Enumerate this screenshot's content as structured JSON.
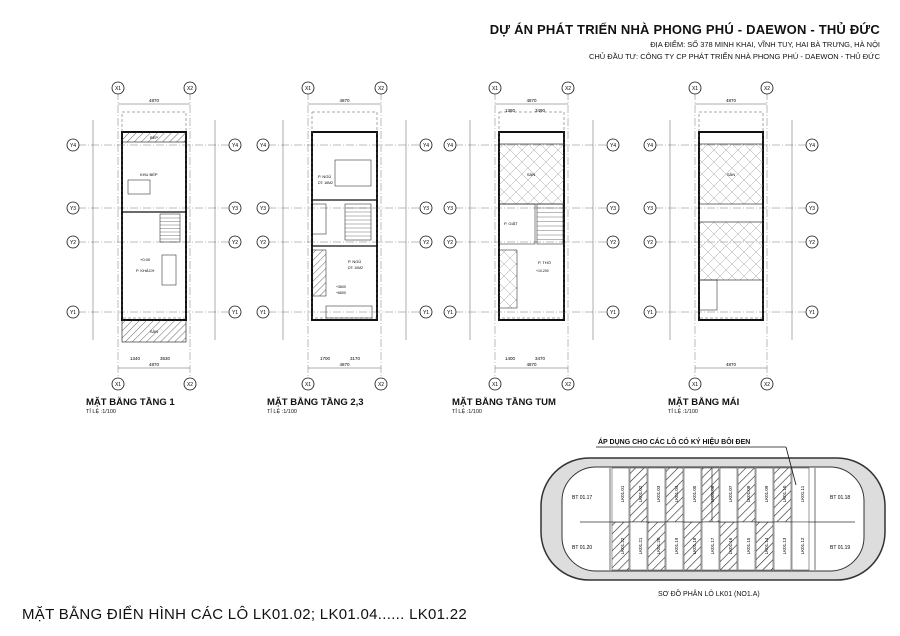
{
  "header": {
    "project": "DỰ ÁN PHÁT TRIỂN NHÀ PHONG PHÚ - DAEWON - THỦ ĐỨC",
    "location": "ĐỊA ĐIỂM: SỐ 378 MINH KHAI, VĨNH TUY, HAI BÀ TRƯNG, HÀ NỘI",
    "investor": "CHỦ ĐẦU TƯ: CÔNG TY CP PHÁT TRIỂN NHÀ PHONG PHÚ - DAEWON - THỦ ĐỨC"
  },
  "plans": [
    {
      "title": "MẶT BẰNG TẦNG 1",
      "scale": "TỈ LỆ :1/100"
    },
    {
      "title": "MẶT BẰNG TẦNG 2,3",
      "scale": "TỈ LỆ :1/100"
    },
    {
      "title": "MẶT BẰNG TẦNG TUM",
      "scale": "TỈ LỆ :1/100"
    },
    {
      "title": "MẶT BẰNG MÁI",
      "scale": "TỈ LỆ :1/100"
    }
  ],
  "grid_labels": {
    "top": [
      "X1",
      "X2"
    ],
    "side": [
      "Y4",
      "Y3",
      "Y2",
      "Y1"
    ]
  },
  "dims": {
    "width_total": "4870",
    "p1_bottom": [
      "1340",
      "3530",
      "4870"
    ],
    "p2_bottom": [
      "1700",
      "3170",
      "4870"
    ],
    "p3_top": [
      "1380",
      "3490"
    ],
    "p3_bottom": [
      "1400",
      "3470"
    ]
  },
  "room_labels": {
    "p1": [
      "BẾP",
      "KHU BẾP",
      "P. KHÁCH",
      "+0.00",
      "SÂN"
    ],
    "p2": [
      "P. NGỦ",
      "DT: 16M2",
      "P. NGỦ",
      "DT: 10M2",
      "+3600",
      "+6600"
    ],
    "p3": [
      "SÂN",
      "P. GIẶT",
      "P. THỜ",
      "+10.200"
    ],
    "p4": [
      "SÂN"
    ]
  },
  "bottom_title": "MẶT BẰNG ĐIỂN HÌNH CÁC LÔ LK01.02; LK01.04...... LK01.22",
  "site_plan": {
    "note": "ÁP DỤNG CHO CÁC LÔ CÓ KÝ HIỆU BÔI ĐEN",
    "caption": "SƠ ĐỒ PHÂN LÔ LK01 (NO1.A)",
    "end_lots": [
      "BT 01.17",
      "BT 01.20",
      "BT 01.18",
      "BT 01.19"
    ],
    "top_lots": [
      "LK01.01",
      "LK01.02",
      "LK01.03",
      "LK01.04",
      "LK01.05",
      "LK01.06",
      "LK01.07",
      "LK01.08",
      "LK01.09",
      "LK01.10",
      "LK01.11"
    ],
    "bottom_lots": [
      "LK01.22",
      "LK01.21",
      "LK01.20",
      "LK01.19",
      "LK01.18",
      "LK01.17",
      "LK01.16",
      "LK01.15",
      "LK01.14",
      "LK01.13",
      "LK01.12"
    ]
  }
}
